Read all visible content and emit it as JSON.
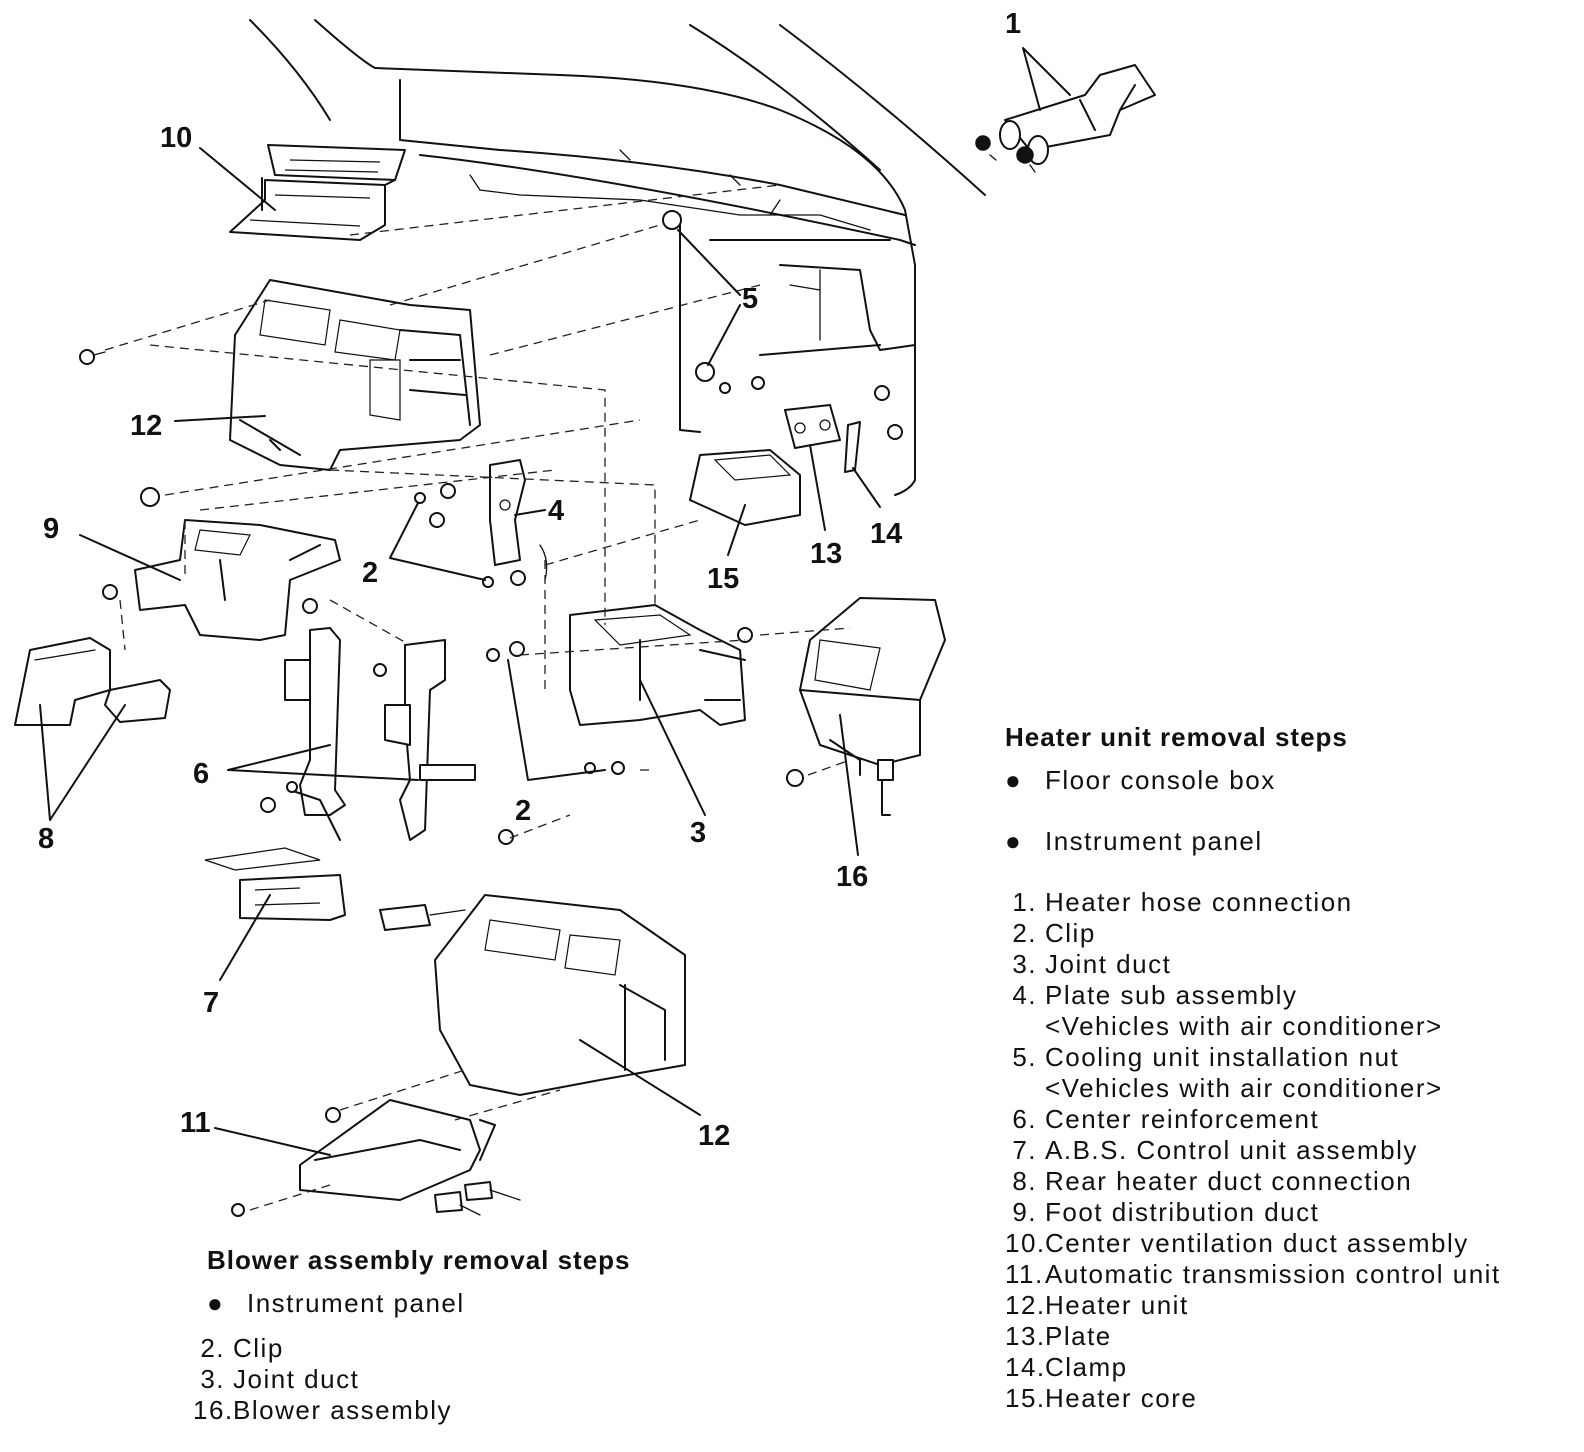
{
  "callouts": {
    "c1": "1",
    "c2a": "2",
    "c2b": "2",
    "c3": "3",
    "c4": "4",
    "c5": "5",
    "c6": "6",
    "c7": "7",
    "c8": "8",
    "c9": "9",
    "c10": "10",
    "c11": "11",
    "c12a": "12",
    "c12b": "12",
    "c13": "13",
    "c14": "14",
    "c15": "15",
    "c16": "16"
  },
  "heater_steps": {
    "title": "Heater unit removal steps",
    "bullets": [
      "Floor console box",
      "Instrument panel"
    ],
    "items": [
      {
        "num": "1.",
        "text": "Heater hose connection"
      },
      {
        "num": "2.",
        "text": "Clip"
      },
      {
        "num": "3.",
        "text": "Joint duct"
      },
      {
        "num": "4.",
        "text": "Plate sub assembly",
        "note": "<Vehicles with air conditioner>"
      },
      {
        "num": "5.",
        "text": "Cooling unit installation nut",
        "note": "<Vehicles with air conditioner>"
      },
      {
        "num": "6.",
        "text": "Center reinforcement"
      },
      {
        "num": "7.",
        "text": "A.B.S. Control unit assembly"
      },
      {
        "num": "8.",
        "text": "Rear heater duct connection"
      },
      {
        "num": "9.",
        "text": "Foot distribution duct"
      },
      {
        "num": "10.",
        "text": "Center ventilation duct assembly"
      },
      {
        "num": "11.",
        "text": "Automatic transmission control unit"
      },
      {
        "num": "12.",
        "text": "Heater unit"
      },
      {
        "num": "13.",
        "text": "Plate"
      },
      {
        "num": "14.",
        "text": "Clamp"
      },
      {
        "num": "15.",
        "text": "Heater core"
      }
    ]
  },
  "blower_steps": {
    "title": "Blower assembly removal steps",
    "bullets": [
      "Instrument panel"
    ],
    "items": [
      {
        "num": "2.",
        "text": "Clip"
      },
      {
        "num": "3.",
        "text": "Joint duct"
      },
      {
        "num": "16.",
        "text": "Blower assembly"
      }
    ]
  }
}
